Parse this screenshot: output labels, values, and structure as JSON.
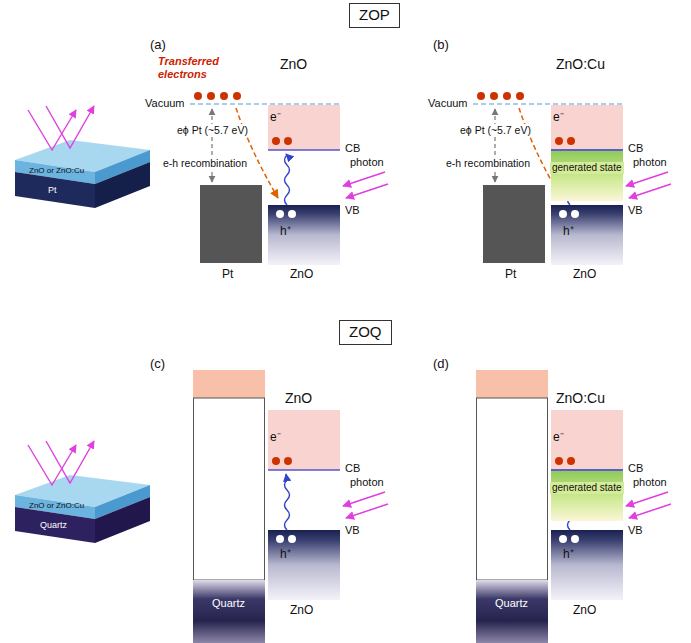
{
  "diagram": {
    "nodes": [
      {
        "text": [
          "ZOP"
        ]
      },
      {
        "text": [
          "ZnO or ZnO:Cu"
        ]
      },
      {
        "text": [
          "Pt"
        ]
      },
      {
        "text": [
          "ZOQ"
        ]
      },
      {
        "text": [
          "ZnO or ZnO:Cu"
        ]
      },
      {
        "text": [
          "Quartz"
        ]
      },
      {
        "text": [
          "Quartz"
        ]
      },
      {
        "text": [
          "Quartz"
        ]
      }
    ],
    "labels": [
      "(a)",
      "Transferred electrons",
      "ZnO",
      "Vacuum",
      "eϕ Pt (~5.7 eV)",
      "e-h recombination",
      "e⁻",
      "CB",
      "photon",
      "VB",
      "h⁺",
      "Pt",
      "ZnO",
      "(b)",
      "ZnO:Cu",
      "Vacuum",
      "eϕ Pt (~5.7 eV)",
      "e-h recombination",
      "e⁻",
      "CB",
      "generated state",
      "photon",
      "VB",
      "h⁺",
      "Pt",
      "ZnO",
      "(c)",
      "ZnO",
      "e⁻",
      "CB",
      "photon",
      "VB",
      "h⁺",
      "ZnO",
      "(d)",
      "ZnO:Cu",
      "e⁻",
      "CB",
      "generated state",
      "photon",
      "VB",
      "h⁺",
      "ZnO"
    ]
  }
}
